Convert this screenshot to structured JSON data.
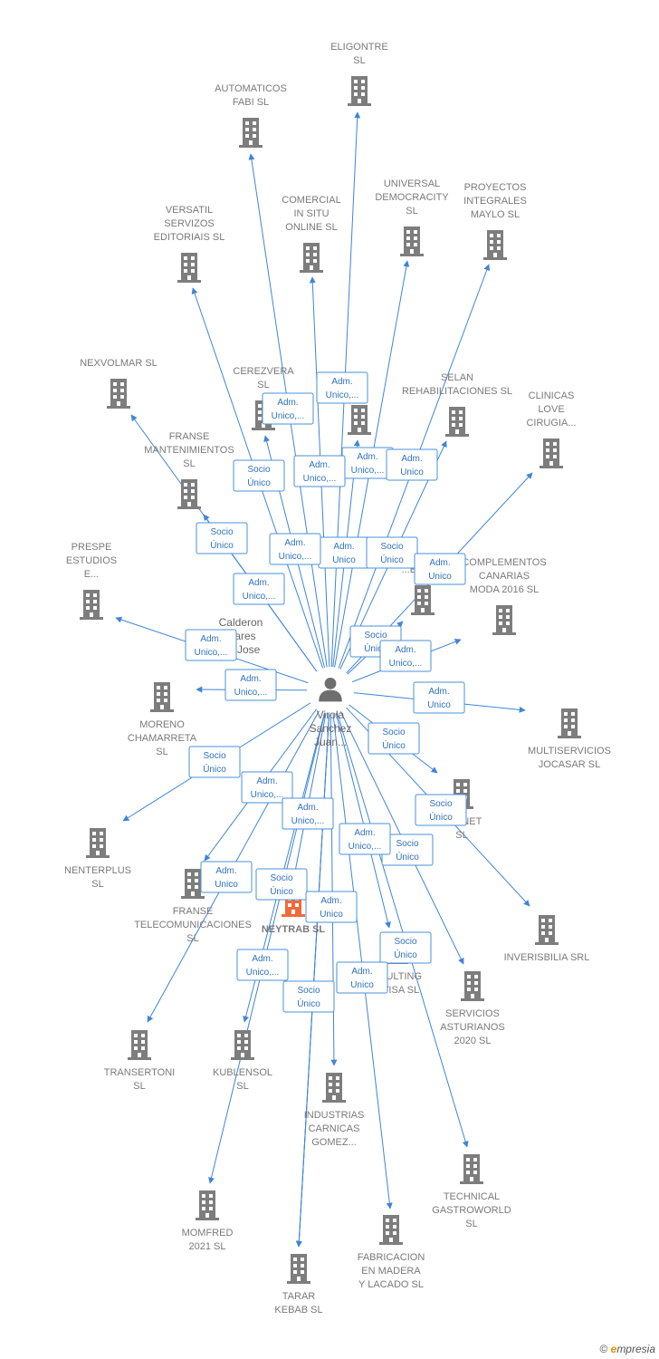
{
  "colors": {
    "edge": "#3f85d8",
    "building": "#7d7d7d",
    "main_building": "#f06a3a",
    "person": "#6e6e6e"
  },
  "center": {
    "icon": "person-icon",
    "lines": [
      "Virola",
      "Sanchez",
      "Juan..."
    ]
  },
  "secondary_person": {
    "icon": "person-icon",
    "lines": [
      "Calderon",
      "...ares",
      "...r Jose"
    ]
  },
  "nodes": [
    {
      "id": "eligontre",
      "lines": [
        "ELIGONTRE",
        "SL"
      ],
      "icon": "building-icon"
    },
    {
      "id": "automaticos-fabi",
      "lines": [
        "AUTOMATICOS",
        "FABI  SL"
      ],
      "icon": "building-icon"
    },
    {
      "id": "universal-democracity",
      "lines": [
        "UNIVERSAL",
        "DEMOCRACITY",
        "SL"
      ],
      "icon": "building-icon"
    },
    {
      "id": "proyectos-integrales",
      "lines": [
        "PROYECTOS",
        "INTEGRALES",
        "MAYLO  SL"
      ],
      "icon": "building-icon"
    },
    {
      "id": "comercial-in-situ",
      "lines": [
        "COMERCIAL",
        "IN SITU",
        "ONLINE  SL"
      ],
      "icon": "building-icon"
    },
    {
      "id": "versatil",
      "lines": [
        "VERSATIL",
        "SERVIZOS",
        "EDITORIAIS  SL"
      ],
      "icon": "building-icon"
    },
    {
      "id": "nexvolmar",
      "lines": [
        "NEXVOLMAR SL"
      ],
      "icon": "building-icon"
    },
    {
      "id": "cerezvera",
      "lines": [
        "CEREZVERA",
        "SL"
      ],
      "icon": "building-icon"
    },
    {
      "id": "el-sl",
      "lines": [
        "EL",
        "SL"
      ],
      "icon": "building-icon"
    },
    {
      "id": "selan",
      "lines": [
        "SELAN",
        "REHABILITACIONES SL"
      ],
      "icon": "building-icon"
    },
    {
      "id": "clinicas-love",
      "lines": [
        "CLINICAS",
        "LOVE",
        "CIRUGIA..."
      ],
      "icon": "building-icon"
    },
    {
      "id": "franse-mantenimientos",
      "lines": [
        "FRANSE",
        "MANTENIMIENTOS",
        "SL"
      ],
      "icon": "building-icon"
    },
    {
      "id": "prespe",
      "lines": [
        "PRESPE",
        "ESTUDIOS",
        "E..."
      ],
      "icon": "building-icon"
    },
    {
      "id": "gestor",
      "lines": [
        "...ESTOR"
      ],
      "icon": "building-icon"
    },
    {
      "id": "complementos-canarias",
      "lines": [
        "COMPLEMENTOS",
        "CANARIAS",
        "MODA 2016  SL"
      ],
      "icon": "building-icon"
    },
    {
      "id": "moreno-chamarreta",
      "lines": [
        "MORENO",
        "CHAMARRETA",
        "SL"
      ],
      "icon": "building-icon"
    },
    {
      "id": "multiservicios-jocasar",
      "lines": [
        "MULTISERVICIOS",
        "JOCASAR  SL"
      ],
      "icon": "building-icon"
    },
    {
      "id": "planet",
      "lines": [
        "...LANET",
        "SL"
      ],
      "icon": "building-icon"
    },
    {
      "id": "nenterplus",
      "lines": [
        "NENTERPLUS",
        "SL"
      ],
      "icon": "building-icon"
    },
    {
      "id": "franse-telecom",
      "lines": [
        "FRANSE",
        "TELECOMUNICACIONES",
        "SL"
      ],
      "icon": "building-icon"
    },
    {
      "id": "neytrab",
      "lines": [
        "NEYTRAB  SL"
      ],
      "icon": "building-icon",
      "main": true
    },
    {
      "id": "inverisbilia",
      "lines": [
        "INVERISBILIA SRL"
      ],
      "icon": "building-icon"
    },
    {
      "id": "consulting-visa",
      "lines": [
        "...SULTING",
        "...VISA  SL"
      ],
      "icon": "building-icon"
    },
    {
      "id": "servicios-asturianos",
      "lines": [
        "SERVICIOS",
        "ASTURIANOS",
        "2020  SL"
      ],
      "icon": "building-icon"
    },
    {
      "id": "transertoni",
      "lines": [
        "TRANSERTONI",
        "SL"
      ],
      "icon": "building-icon"
    },
    {
      "id": "kublensol",
      "lines": [
        "KUBLENSOL",
        "SL"
      ],
      "icon": "building-icon"
    },
    {
      "id": "industrias-carnicas",
      "lines": [
        "INDUSTRIAS",
        "CARNICAS",
        "GOMEZ..."
      ],
      "icon": "building-icon"
    },
    {
      "id": "technical-gastroworld",
      "lines": [
        "TECHNICAL",
        "GASTROWORLD",
        "SL"
      ],
      "icon": "building-icon"
    },
    {
      "id": "momfred",
      "lines": [
        "MOMFRED",
        "2021  SL"
      ],
      "icon": "building-icon"
    },
    {
      "id": "fabricacion-madera",
      "lines": [
        "FABRICACION",
        "EN MADERA",
        "Y LACADO  SL"
      ],
      "icon": "building-icon"
    },
    {
      "id": "tarar-kebab",
      "lines": [
        "TARAR",
        "KEBAB  SL"
      ],
      "icon": "building-icon"
    }
  ],
  "edges": [
    {
      "to": "eligontre",
      "role": [
        "Adm.",
        "Unico,..."
      ]
    },
    {
      "to": "automaticos-fabi",
      "role": [
        "Adm.",
        "Unico,..."
      ]
    },
    {
      "to": "universal-democracity",
      "role": [
        "Adm.",
        "Unico,..."
      ]
    },
    {
      "to": "proyectos-integrales",
      "role": [
        "Adm.",
        "Unico"
      ]
    },
    {
      "to": "comercial-in-situ",
      "role": [
        "Adm.",
        "Unico,..."
      ]
    },
    {
      "to": "versatil",
      "role": [
        "Adm.",
        "Unico"
      ]
    },
    {
      "to": "nexvolmar",
      "role": [
        "Socio",
        "Único"
      ]
    },
    {
      "to": "cerezvera",
      "role": [
        "Socio",
        "Único"
      ]
    },
    {
      "to": "el-sl",
      "role": [
        "Adm.",
        "Unico,..."
      ]
    },
    {
      "to": "selan",
      "role": [
        "Socio",
        "Único"
      ]
    },
    {
      "to": "clinicas-love",
      "role": [
        "Adm.",
        "Unico"
      ]
    },
    {
      "to": "franse-mantenimientos",
      "role": [
        "Adm.",
        "Unico,..."
      ]
    },
    {
      "to": "prespe",
      "role": [
        "Adm.",
        "Unico,..."
      ]
    },
    {
      "to": "gestor",
      "role": [
        "Socio",
        "Único"
      ]
    },
    {
      "to": "complementos-canarias",
      "role": [
        "Adm.",
        "Unico,..."
      ]
    },
    {
      "to": "moreno-chamarreta",
      "role": [
        "Adm.",
        "Unico,..."
      ]
    },
    {
      "to": "multiservicios-jocasar",
      "role": [
        "Adm.",
        "Unico"
      ]
    },
    {
      "to": "planet",
      "role": [
        "Socio",
        "Único"
      ]
    },
    {
      "to": "nenterplus",
      "role": [
        "Socio",
        "Único"
      ]
    },
    {
      "to": "franse-telecom",
      "role": [
        "Adm.",
        "Unico"
      ]
    },
    {
      "to": "neytrab",
      "role": [
        "Socio",
        "Único"
      ]
    },
    {
      "to": "inverisbilia",
      "role": [
        "Socio",
        "Único"
      ]
    },
    {
      "to": "consulting-visa",
      "role": [
        "Socio",
        "Único"
      ]
    },
    {
      "to": "servicios-asturianos",
      "role": [
        "Socio",
        "Único"
      ]
    },
    {
      "to": "transertoni",
      "role": [
        "Adm.",
        "Unico,..."
      ]
    },
    {
      "to": "kublensol",
      "role": [
        "Adm.",
        "Unico,..."
      ]
    },
    {
      "to": "industrias-carnicas",
      "role": [
        "Adm.",
        "Unico"
      ]
    },
    {
      "to": "technical-gastroworld",
      "role": [
        "Socio",
        "Único"
      ]
    },
    {
      "to": "momfred",
      "role": [
        "Adm.",
        "Unico,..."
      ]
    },
    {
      "to": "fabricacion-madera",
      "role": [
        "Adm.",
        "Unico"
      ]
    },
    {
      "to": "tarar-kebab",
      "role": [
        "Adm.",
        "Unico,..."
      ]
    },
    {
      "to": "franse-mantenimientos",
      "role": [
        "Socio",
        "Único"
      ]
    },
    {
      "to": "neytrab",
      "role": [
        "Adm.",
        "Unico,..."
      ]
    }
  ],
  "footer": {
    "copyright": "©",
    "brand_e": "e",
    "brand_rest": "mpresia"
  }
}
